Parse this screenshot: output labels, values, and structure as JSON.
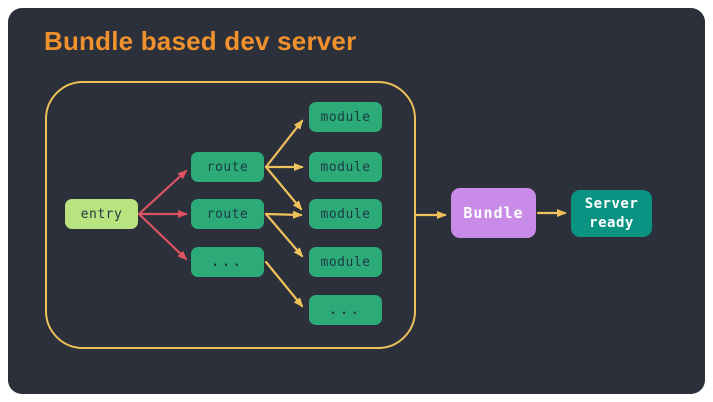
{
  "title": "Bundle based dev server",
  "colors": {
    "page_background": "#ffffff",
    "panel_background": "#2b303a",
    "title_text": "#f0912d",
    "cluster_border": "#ecc158",
    "arrow_yellow": "#efc25c",
    "arrow_red": "#dd5362",
    "node_green": "#2cab79",
    "node_entry_green": "#b9e37e",
    "node_bundle_purple": "#c98be8",
    "node_server_teal": "#0a9383",
    "node_text_dark": "#1d3a44",
    "node_text_light": "#ffffff"
  },
  "diagram": {
    "nodes": {
      "entry": {
        "label": "entry"
      },
      "route_1": {
        "label": "route"
      },
      "route_2": {
        "label": "route"
      },
      "route_more": {
        "label": "..."
      },
      "module_1": {
        "label": "module"
      },
      "module_2": {
        "label": "module"
      },
      "module_3": {
        "label": "module"
      },
      "module_4": {
        "label": "module"
      },
      "module_more": {
        "label": "..."
      },
      "bundle": {
        "label": "Bundle"
      },
      "server_ready": {
        "label": "Server ready"
      }
    },
    "edges": [
      {
        "from": "entry",
        "to": "route_1",
        "color": "red"
      },
      {
        "from": "entry",
        "to": "route_2",
        "color": "red"
      },
      {
        "from": "entry",
        "to": "route_more",
        "color": "red"
      },
      {
        "from": "route_1",
        "to": "module_1",
        "color": "yellow"
      },
      {
        "from": "route_1",
        "to": "module_2",
        "color": "yellow"
      },
      {
        "from": "route_1",
        "to": "module_3",
        "color": "yellow"
      },
      {
        "from": "route_2",
        "to": "module_3",
        "color": "yellow"
      },
      {
        "from": "route_2",
        "to": "module_4",
        "color": "yellow"
      },
      {
        "from": "route_more",
        "to": "module_more",
        "color": "yellow"
      },
      {
        "from": "cluster",
        "to": "bundle",
        "color": "yellow"
      },
      {
        "from": "bundle",
        "to": "server_ready",
        "color": "yellow"
      }
    ]
  }
}
